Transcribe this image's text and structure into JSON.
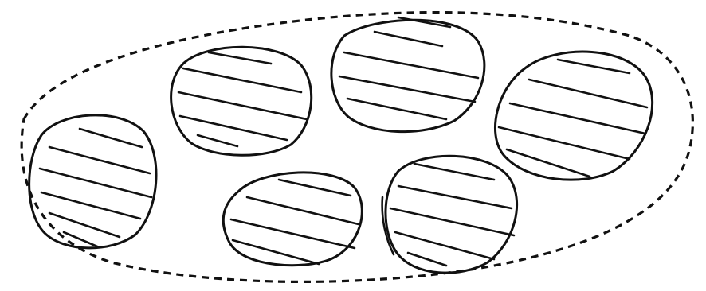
{
  "colors": {
    "ink": "#111111",
    "background": "#ffffff"
  },
  "diagram": {
    "enclosure": {
      "style": "dashed",
      "shape": "ellipse"
    },
    "items": [
      {
        "shape": "rounded-blob",
        "fill": "diagonal-hatch"
      },
      {
        "shape": "rounded-blob",
        "fill": "diagonal-hatch"
      },
      {
        "shape": "rounded-blob",
        "fill": "diagonal-hatch"
      },
      {
        "shape": "rounded-blob",
        "fill": "diagonal-hatch"
      },
      {
        "shape": "rounded-blob",
        "fill": "diagonal-hatch"
      },
      {
        "shape": "rounded-blob",
        "fill": "diagonal-hatch"
      }
    ]
  }
}
